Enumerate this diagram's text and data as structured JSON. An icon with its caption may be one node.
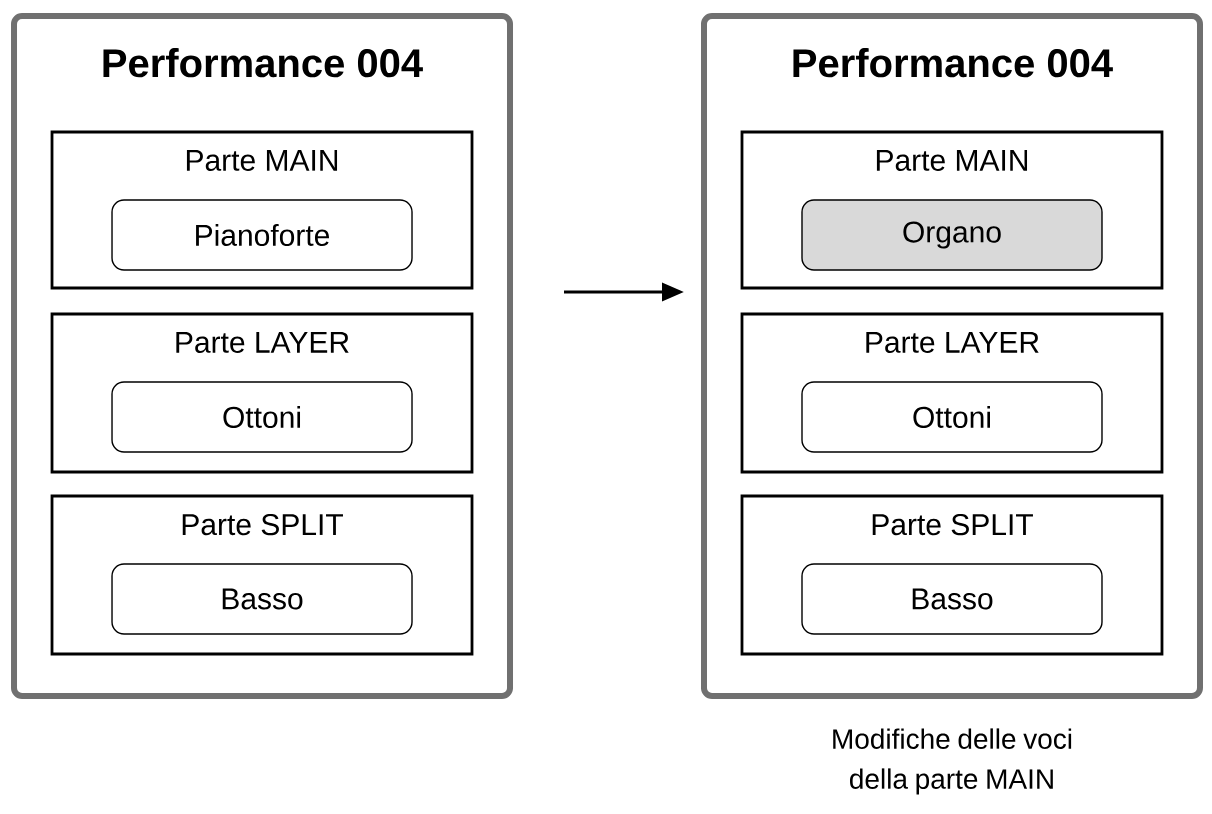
{
  "diagram": {
    "nodes": [
      {
        "text": [
          "Performance 004"
        ]
      },
      {
        "text": [
          "Parte MAIN"
        ],
        "in": 0
      },
      {
        "text": [
          "Pianoforte"
        ],
        "in": 1
      },
      {
        "text": [
          "Parte LAYER"
        ],
        "in": 0
      },
      {
        "text": [
          "Ottoni"
        ],
        "in": 3
      },
      {
        "text": [
          "Parte SPLIT"
        ],
        "in": 0
      },
      {
        "text": [
          "Basso"
        ],
        "in": 5
      },
      {
        "text": [
          "Performance 004"
        ],
        "beside": [
          "Modifiche delle voci della parte MAIN"
        ]
      },
      {
        "text": [
          "Parte MAIN"
        ],
        "in": 7
      },
      {
        "text": [
          "Organo"
        ],
        "in": 8
      },
      {
        "text": [
          "Parte LAYER"
        ],
        "in": 7
      },
      {
        "text": [
          "Ottoni"
        ],
        "in": 10
      },
      {
        "text": [
          "Parte SPLIT"
        ],
        "in": 7
      },
      {
        "text": [
          "Basso"
        ],
        "in": 12
      }
    ],
    "edges": [
      {
        "from": 0,
        "to": 7,
        "arrow": "to"
      }
    ]
  }
}
